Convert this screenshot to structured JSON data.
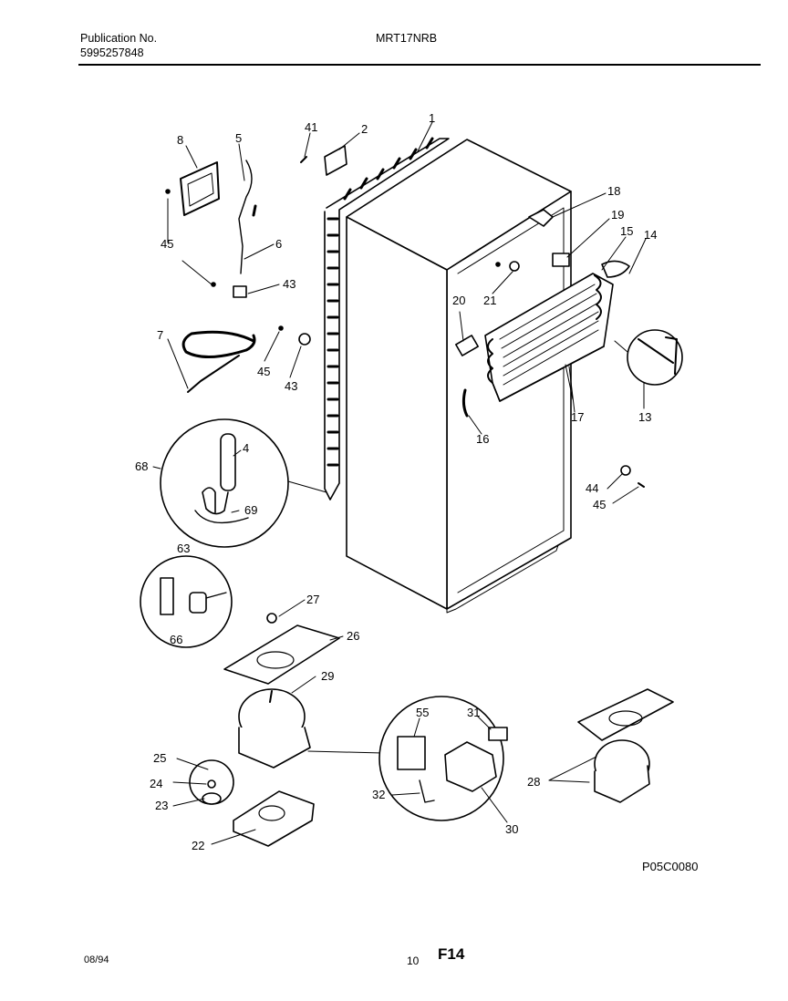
{
  "header": {
    "publication_label": "Publication No.",
    "publication_number": "5995257848",
    "model": "MRT17NRB"
  },
  "footer": {
    "date": "08/94",
    "page_number": "10",
    "figure": "F14"
  },
  "diagram_code": "P05C0080",
  "callouts": [
    "1",
    "2",
    "41",
    "8",
    "5",
    "18",
    "19",
    "15",
    "14",
    "45",
    "6",
    "43",
    "21",
    "20",
    "7",
    "45",
    "43",
    "16",
    "17",
    "13",
    "68",
    "4",
    "69",
    "44",
    "45",
    "63",
    "27",
    "66",
    "26",
    "29",
    "55",
    "31",
    "25",
    "24",
    "23",
    "28",
    "32",
    "30",
    "22"
  ]
}
